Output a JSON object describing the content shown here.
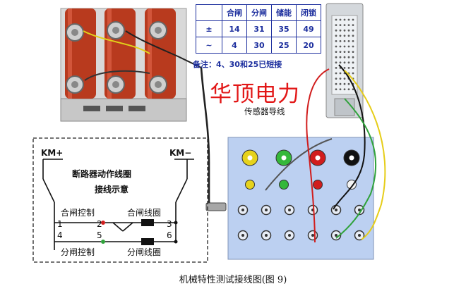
{
  "table": {
    "headers": [
      "合闸",
      "分闸",
      "储能",
      "闭锁"
    ],
    "rows": [
      {
        "symbol": "±",
        "values": [
          "14",
          "31",
          "35",
          "49"
        ]
      },
      {
        "symbol": "~",
        "values": [
          "4",
          "30",
          "25",
          "20"
        ]
      }
    ]
  },
  "note": "备注：4、30和25已短接",
  "brand": "华顶电力",
  "sensor_label": "传感器导线",
  "wiring": {
    "km_plus": "KM+",
    "km_minus": "KM−",
    "title_line1": "断路器动作线圈",
    "title_line2": "接线示意",
    "close_control": "合闸控制",
    "close_coil": "合闸线圈",
    "open_control": "分闸控制",
    "open_coil": "分闸线圈",
    "terminals": [
      "1",
      "4",
      "2",
      "5",
      "3",
      "6"
    ]
  },
  "caption": "机械特性测试接线图(图 9)",
  "colors": {
    "accent_blue": "#1d2f9e",
    "brand_red": "#e21717",
    "insulator": "#b83a1e",
    "panel_blue": "#bcd0f1"
  }
}
